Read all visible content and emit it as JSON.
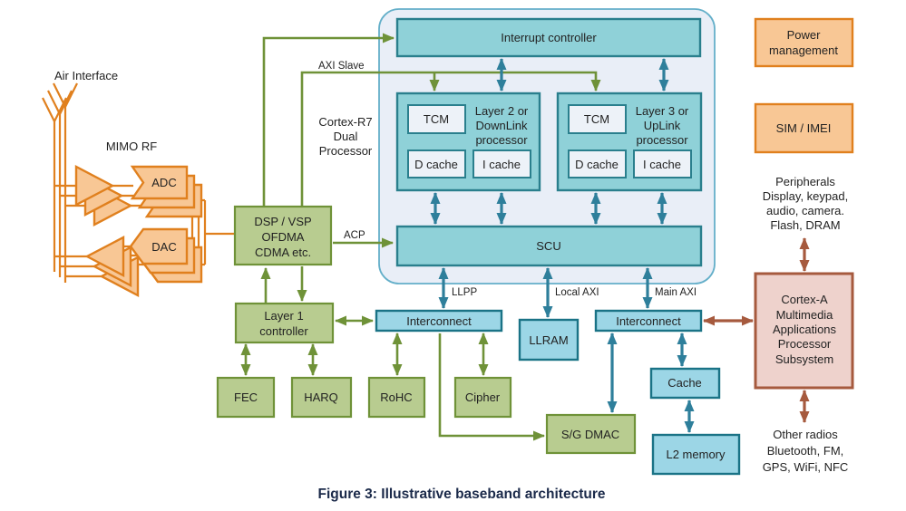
{
  "caption": "Figure 3: Illustrative baseband architecture",
  "colors": {
    "orange_border": "#E0801E",
    "orange_fill": "#F8C795",
    "green_border": "#6F9238",
    "green_fill": "#B8CC90",
    "teal_fill": "#8FD1D8",
    "teal_border": "#2A7F8D",
    "blue_fill": "#9CD6E6",
    "blue_border": "#1A7386",
    "container_fill": "#E9EEF7",
    "container_border": "#64AFC9",
    "pink_fill": "#EED2CC",
    "brown_accent": "#A65A3E",
    "teal_arrow": "#2E7F9B",
    "caption_color": "#1b2a4a"
  },
  "rf": {
    "air_interface": "Air Interface",
    "mimo_rf": "MIMO RF",
    "adc": "ADC",
    "dac": "DAC"
  },
  "dsp": {
    "lines": [
      "DSP / VSP",
      "OFDMA",
      "CDMA etc."
    ]
  },
  "layer1": {
    "lines": [
      "Layer 1",
      "controller"
    ]
  },
  "l1_blocks": {
    "fec": "FEC",
    "harq": "HARQ",
    "rohc": "RoHC",
    "cipher": "Cipher"
  },
  "cortex_r7": {
    "label": [
      "Cortex-R7",
      "Dual",
      "Processor"
    ],
    "interrupt": "Interrupt controller",
    "tcm": "TCM",
    "proc2": [
      "Layer 2 or",
      "DownLink",
      "processor"
    ],
    "proc3": [
      "Layer 3 or",
      "UpLink",
      "processor"
    ],
    "dcache": "D cache",
    "icache": "I cache",
    "scu": "SCU"
  },
  "bus_labels": {
    "axi_slave": "AXI Slave",
    "acp": "ACP",
    "llpp": "LLPP",
    "local_axi": "Local AXI",
    "main_axi": "Main AXI"
  },
  "memory": {
    "interconnect": "Interconnect",
    "llram": "LLRAM",
    "sg_dmac": "S/G DMAC",
    "cache": "Cache",
    "l2_memory": "L2 memory"
  },
  "right": {
    "power_mgmt": [
      "Power",
      "management"
    ],
    "sim_imei": "SIM / IMEI",
    "peripherals": [
      "Peripherals",
      "Display, keypad,",
      "audio, camera.",
      "Flash, DRAM"
    ],
    "cortex_a": [
      "Cortex-A",
      "Multimedia",
      "Applications",
      "Processor",
      "Subsystem"
    ],
    "other_radios": [
      "Other radios",
      "Bluetooth, FM,",
      "GPS, WiFi, NFC"
    ]
  }
}
